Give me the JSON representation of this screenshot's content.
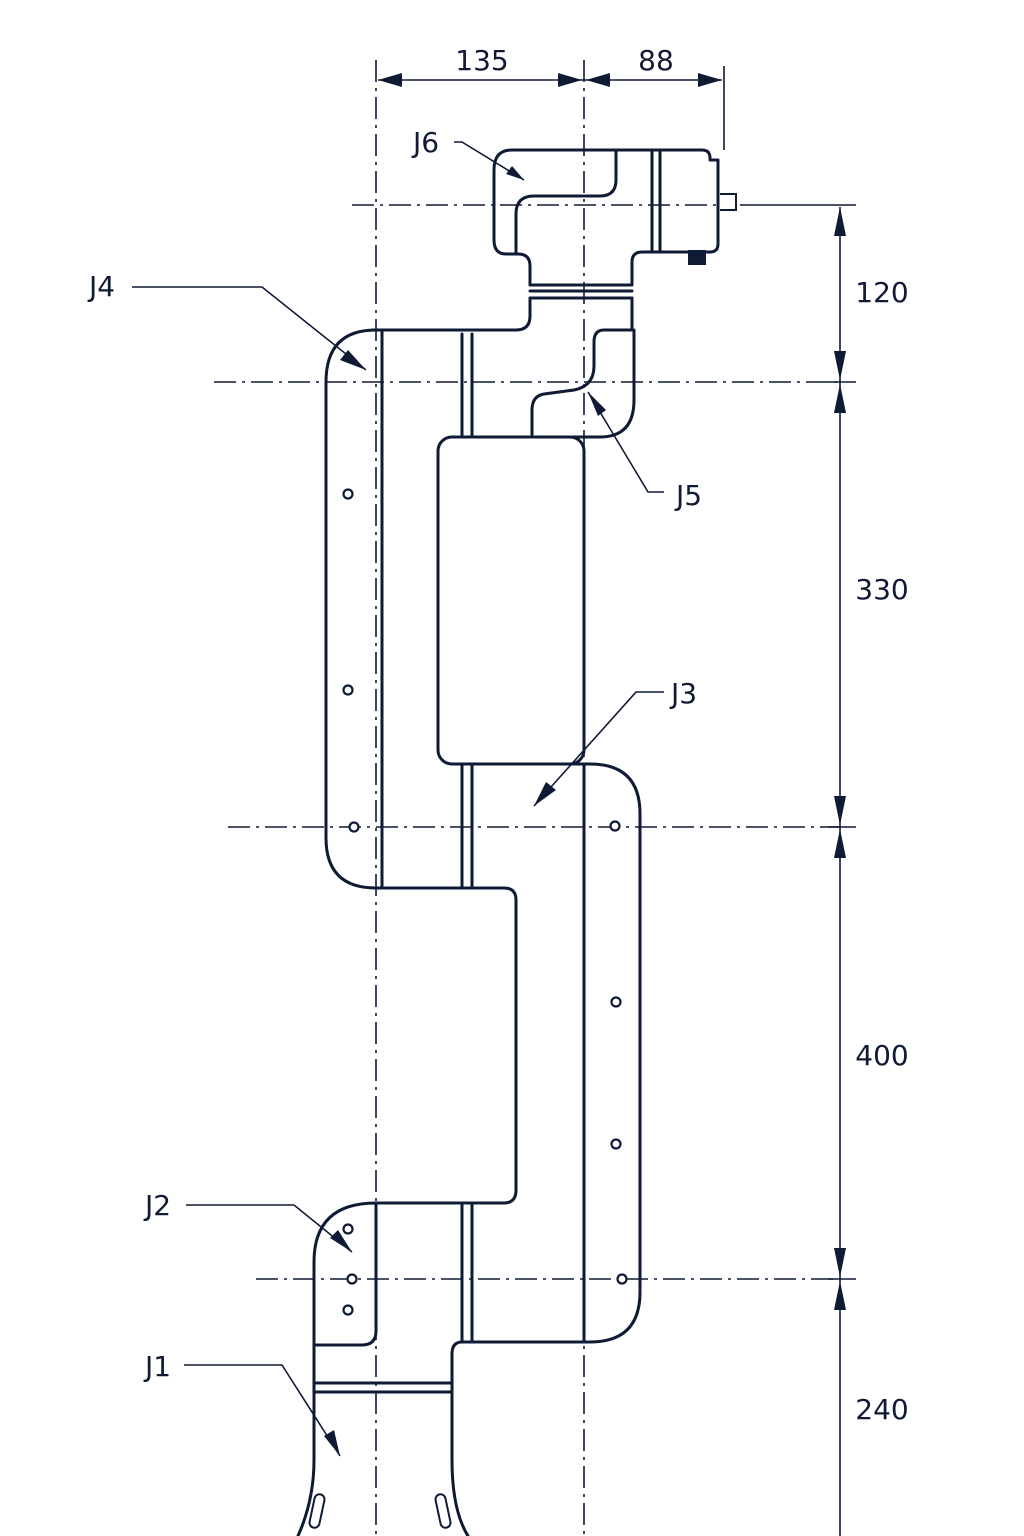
{
  "dimensions": {
    "top_left": "135",
    "top_right": "88",
    "v1": "120",
    "v2": "330",
    "v3": "400",
    "v4": "240"
  },
  "joints": {
    "j1": "J1",
    "j2": "J2",
    "j3": "J3",
    "j4": "J4",
    "j5": "J5",
    "j6": "J6"
  },
  "colors": {
    "ink": "#0f1b34",
    "background": "#ffffff"
  }
}
